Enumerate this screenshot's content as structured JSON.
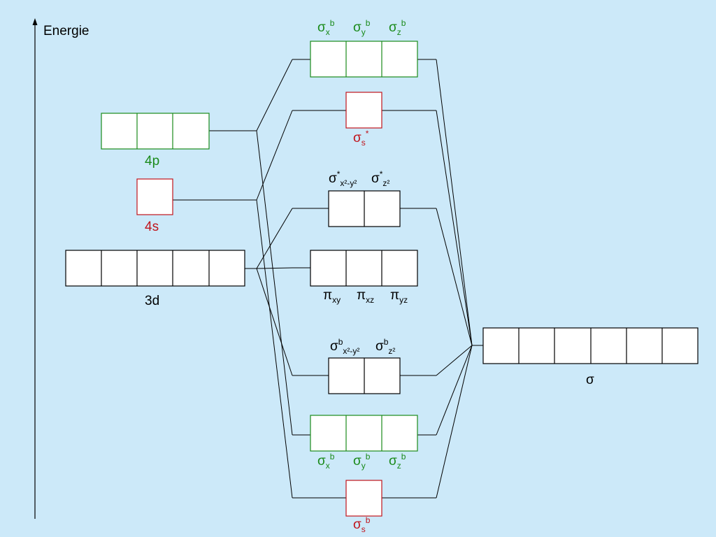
{
  "colors": {
    "background": "#cce9f9",
    "line": "#000000",
    "green": "#1a8a1a",
    "red": "#c0141c",
    "box_fill": "#ffffff"
  },
  "axis": {
    "label": "Energie"
  },
  "atomic": {
    "p": {
      "label": "4p"
    },
    "s": {
      "label": "4s"
    },
    "d": {
      "label": "3d"
    }
  },
  "ligand": {
    "label": "σ"
  },
  "mo": {
    "sigma_p_antibonding": [
      "σ",
      "x",
      "b",
      "σ",
      "y",
      "b",
      "σ",
      "z",
      "b"
    ],
    "sigma_s_antibonding": [
      "σ",
      "s",
      "*"
    ],
    "sigma_d_antibonding": {
      "a": "σ",
      "a_sup": "*",
      "a_sub": "x²-y²",
      "b": "σ",
      "b_sup": "*",
      "b_sub": "z²"
    },
    "pi": {
      "xy": "π",
      "xy_sub": "xy",
      "xz": "π",
      "xz_sub": "xz",
      "yz": "π",
      "yz_sub": "yz"
    },
    "sigma_d_bonding": {
      "a": "σ",
      "a_sup": "b",
      "a_sub": "x²-y²",
      "b": "σ",
      "b_sup": "b",
      "b_sub": "z²"
    },
    "sigma_p_bonding": [
      "σ",
      "x",
      "b",
      "σ",
      "y",
      "b",
      "σ",
      "z",
      "b"
    ],
    "sigma_s_bonding": [
      "σ",
      "s",
      "b"
    ]
  }
}
